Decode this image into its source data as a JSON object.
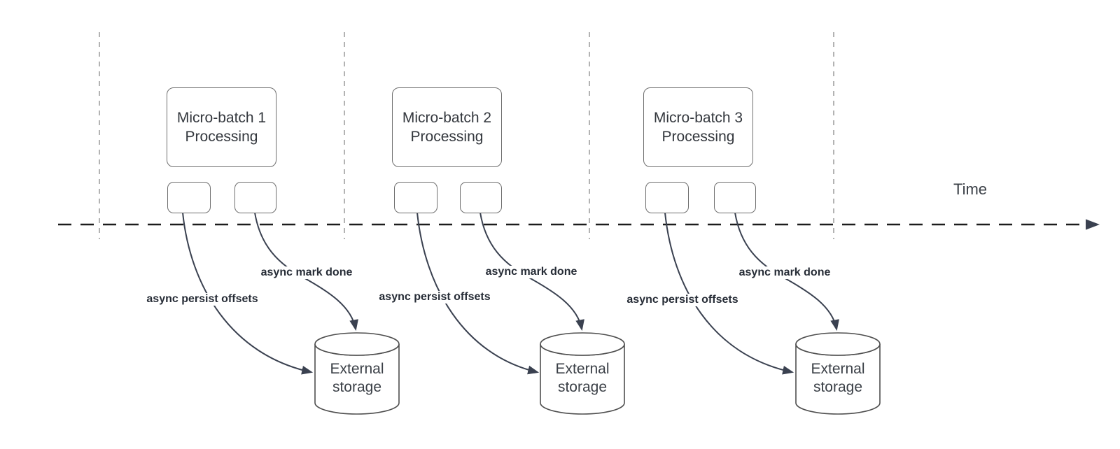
{
  "diagram_title": "micro-batch-async-commit-timeline",
  "time_axis_label": "Time",
  "colors": {
    "background": "#ffffff",
    "box_border": "#6e6e6e",
    "box_text": "#33373d",
    "arrow_stroke": "#3a4150",
    "arrow_label_text": "#262c36",
    "timeline_stroke": "#1c1c1c",
    "guide_line": "#b3b3b3"
  },
  "batches": [
    {
      "title_line1": "Micro-batch 1",
      "title_line2": "Processing",
      "persist_arrow_label": "async persist offsets",
      "done_arrow_label": "async mark done",
      "storage_line1": "External",
      "storage_line2": "storage"
    },
    {
      "title_line1": "Micro-batch 2",
      "title_line2": "Processing",
      "persist_arrow_label": "async persist offsets",
      "done_arrow_label": "async mark done",
      "storage_line1": "External",
      "storage_line2": "storage"
    },
    {
      "title_line1": "Micro-batch 3",
      "title_line2": "Processing",
      "persist_arrow_label": "async persist offsets",
      "done_arrow_label": "async mark done",
      "storage_line1": "External",
      "storage_line2": "storage"
    }
  ]
}
